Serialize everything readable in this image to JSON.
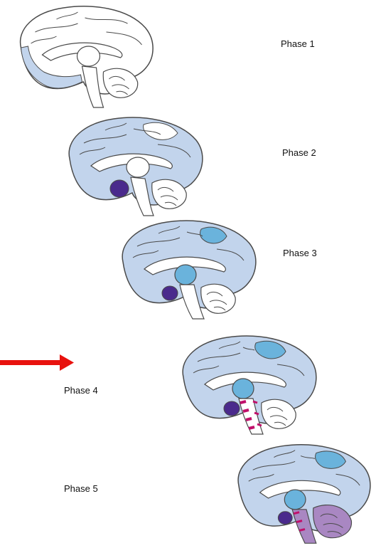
{
  "labels": {
    "phase1": "Phase 1",
    "phase2": "Phase 2",
    "phase3": "Phase 3",
    "phase4": "Phase 4",
    "phase5": "Phase 5"
  },
  "colors": {
    "cortex_light_blue": "#c2d4ec",
    "region_mid_blue": "#6ab3dc",
    "region_dark_purple": "#4a2a8c",
    "region_lilac": "#a987c2",
    "brainstem_magenta": "#c0106a",
    "arrow_red": "#e8120e",
    "outline": "#4a4a4a"
  }
}
